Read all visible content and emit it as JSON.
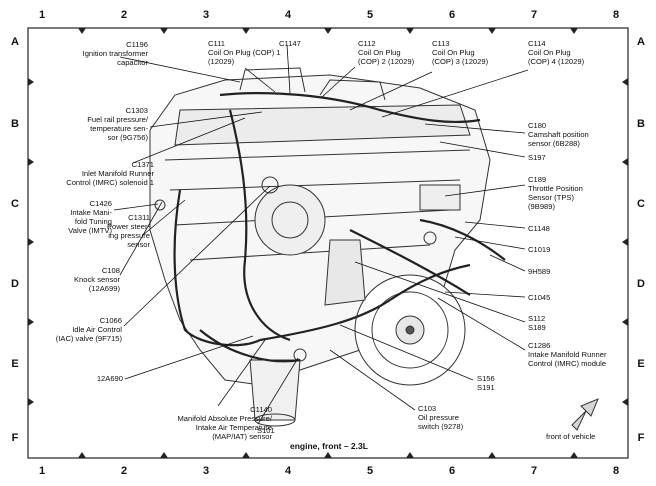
{
  "grid": {
    "columns": [
      "1",
      "2",
      "3",
      "4",
      "5",
      "6",
      "7",
      "8"
    ],
    "rows": [
      "A",
      "B",
      "C",
      "D",
      "E",
      "F"
    ]
  },
  "callouts": {
    "c1196": "C1196\nIgnition transformer\ncapacitor",
    "c1303": "C1303\nFuel rail pressure/\ntemperature sen-\nsor (9G756)",
    "c1371": "C1371\nInlet Manifold Runner\nControl (IMRC) solenoid 1",
    "c1426": "C1426\nIntake Mani-\nfold Tuning\nValve (IMTV)",
    "c1311": "C1311\nPower steer-\ning pressure\nsensor",
    "c108": "C108\nKnock sensor\n(12A699)",
    "c1066": "C1066\nIdle Air Control\n(IAC) valve (9F715)",
    "p12a690": "12A690",
    "c1140": "C1140\nManifold Absolute Pressure/\nIntake Air Temperature\n(MAP/IAT) sensor",
    "s101": "S101",
    "c111": "C111\nCoil On Plug (COP) 1\n(12029)",
    "c1147": "C1147",
    "c112": "C112\nCoil On Plug\n(COP) 2 (12029)",
    "c113": "C113\nCoil On Plug\n(COP) 3 (12029)",
    "c114": "C114\nCoil On Plug\n(COP) 4 (12029)",
    "c180": "C180\nCamshaft position\nsensor (6B288)",
    "s197": "S197",
    "c189": "C189\nThrottle Position\nSensor (TPS)\n(9B989)",
    "c1148": "C1148",
    "c1019": "C1019",
    "p9h589": "9H589",
    "c1045": "C1045",
    "s112": "S112\nS189",
    "c1286": "C1286\nIntake Manifold Runner\nControl (IMRC) module",
    "s156": "S156\nS191",
    "c103": "C103\nOil pressure\nswitch (9278)"
  },
  "caption": "engine, front – 2.3L",
  "front_label": "front of vehicle"
}
